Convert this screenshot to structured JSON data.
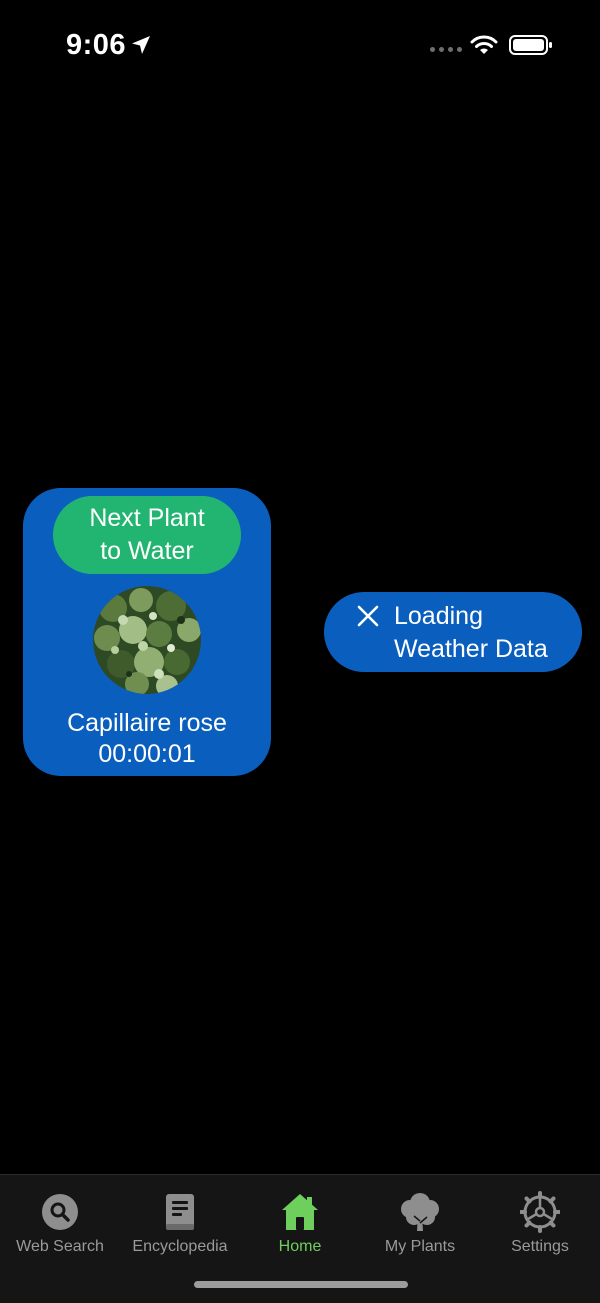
{
  "status_bar": {
    "time": "9:06"
  },
  "plant_card": {
    "header": "Next Plant\nto Water",
    "plant_name": "Capillaire rose",
    "timer": "00:00:01"
  },
  "weather": {
    "label": "Loading\nWeather Data"
  },
  "tab_bar": {
    "tabs": [
      {
        "label": "Web Search",
        "icon": "magnifier-icon",
        "active": false
      },
      {
        "label": "Encyclopedia",
        "icon": "book-icon",
        "active": false
      },
      {
        "label": "Home",
        "icon": "house-icon",
        "active": true
      },
      {
        "label": "My Plants",
        "icon": "tree-icon",
        "active": false
      },
      {
        "label": "Settings",
        "icon": "gear-icon",
        "active": false
      }
    ]
  },
  "colors": {
    "background": "#000000",
    "card_blue": "#0a5fbe",
    "accent_green": "#22b572",
    "active_tab_green": "#6fcf5c",
    "inactive_tab_gray": "#9a9a9a"
  }
}
